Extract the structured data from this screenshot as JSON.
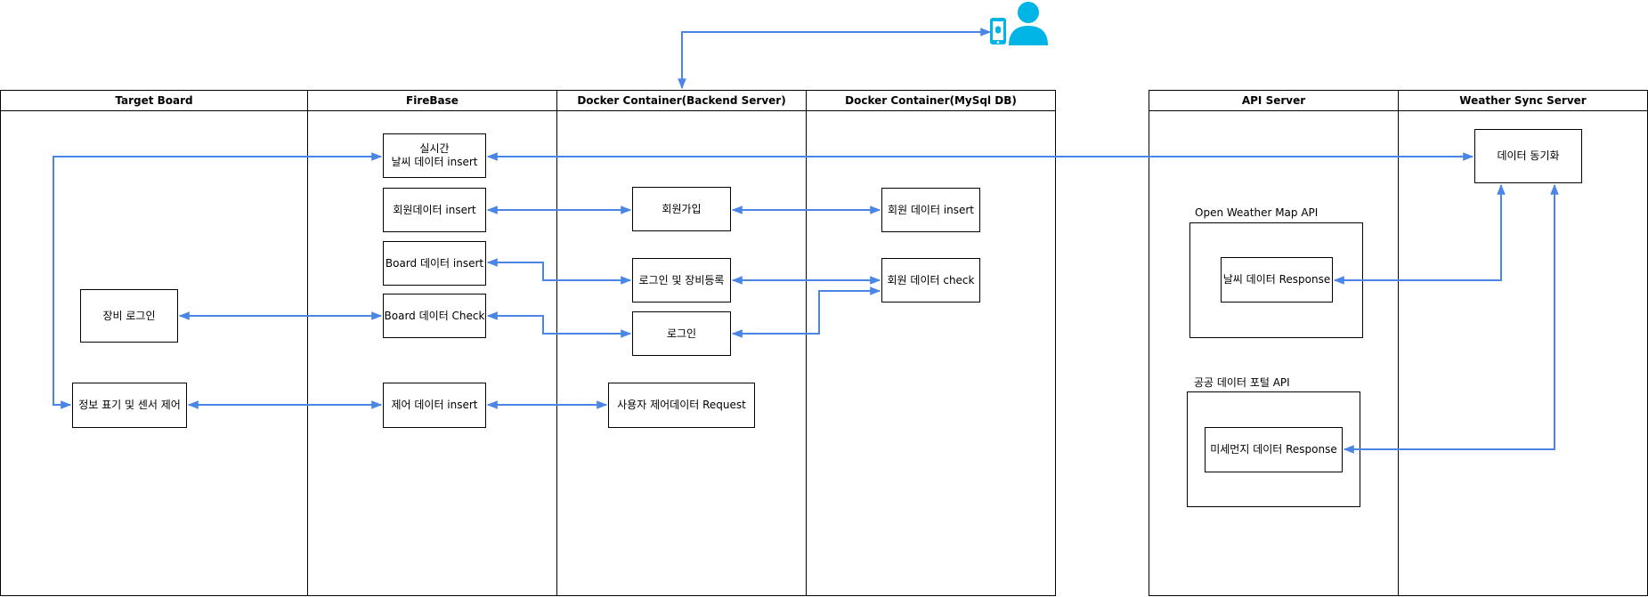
{
  "lanes": {
    "target_board": "Target Board",
    "firebase": "FireBase",
    "backend": "Docker Container(Backend Server)",
    "mysql": "Docker Container(MySql DB)",
    "api_server": "API Server",
    "weather_sync": "Weather Sync Server"
  },
  "nodes": {
    "equipment_login": "장비 로그인",
    "info_display": "정보 표기 및 센서 제어",
    "realtime_weather": "실시간\n날씨 데이터 insert",
    "member_insert_fb": "회원데이터 insert",
    "board_insert": "Board 데이터 insert",
    "board_check": "Board 데이터 Check",
    "control_insert": "제어 데이터 insert",
    "signup": "회원가입",
    "login_register": "로그인 및 장비등록",
    "login": "로그인",
    "user_control_request": "사용자 제어데이터 Request",
    "member_insert_db": "회원 데이터 insert",
    "member_check_db": "회원 데이터 check",
    "weather_response": "날씨 데이터 Response",
    "dust_response": "미세먼지 데이터 Response",
    "data_sync": "데이터 동기화"
  },
  "groups": {
    "open_weather": "Open Weather Map API",
    "public_data": "공공 데이터 포털 API"
  },
  "icons": {
    "user": "user-with-phone-icon"
  },
  "colors": {
    "edge": "#4a86e8",
    "icon": "#00b4e6"
  }
}
